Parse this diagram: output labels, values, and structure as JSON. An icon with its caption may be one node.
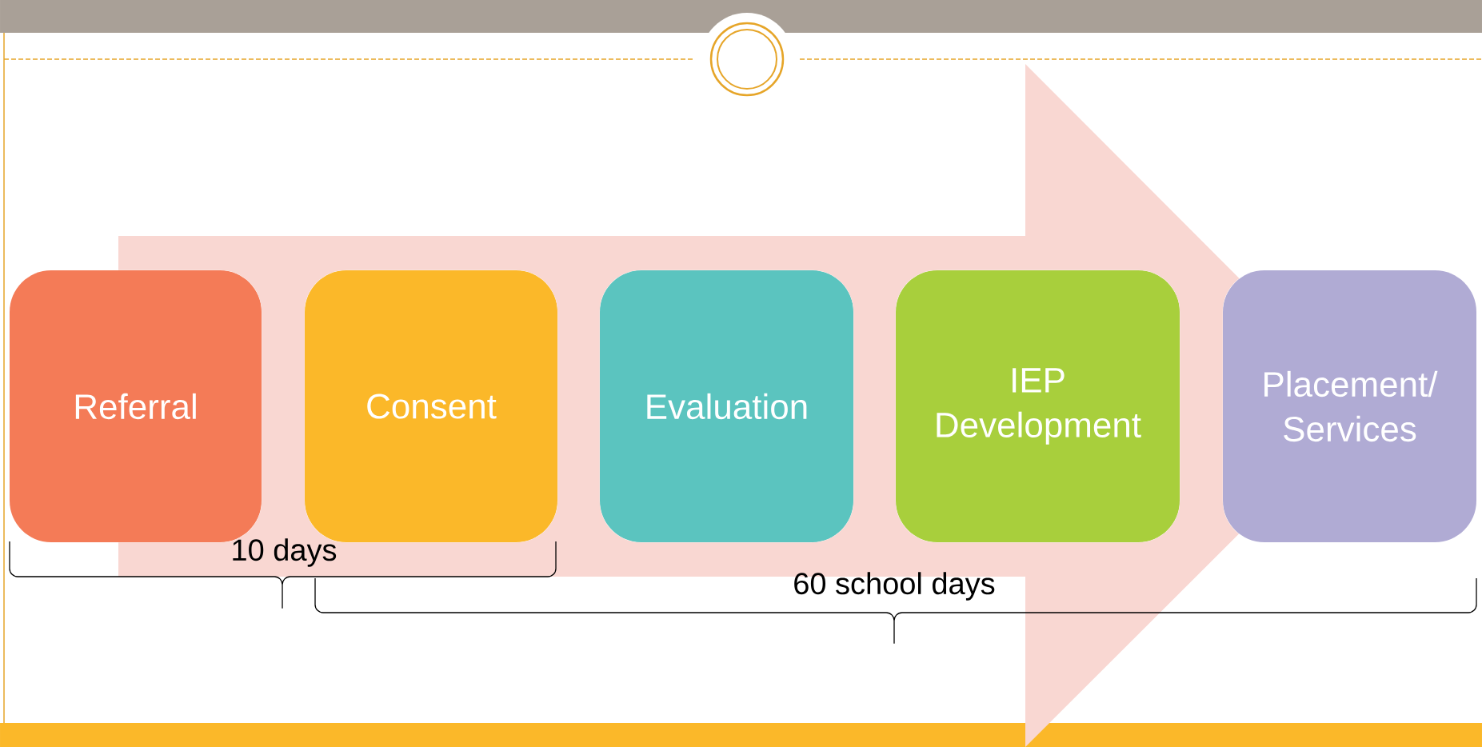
{
  "diagram": {
    "nodes": [
      {
        "text": [
          "Referral"
        ]
      },
      {
        "text": [
          "Consent"
        ]
      },
      {
        "text": [
          "Evaluation"
        ]
      },
      {
        "text": [
          "IEP Development"
        ]
      },
      {
        "text": [
          "Placement/ Services"
        ]
      }
    ],
    "edges": [
      {
        "from": 0,
        "to": 4,
        "arrow": "to"
      }
    ],
    "labels": [
      "10 days",
      "60 school days"
    ]
  }
}
